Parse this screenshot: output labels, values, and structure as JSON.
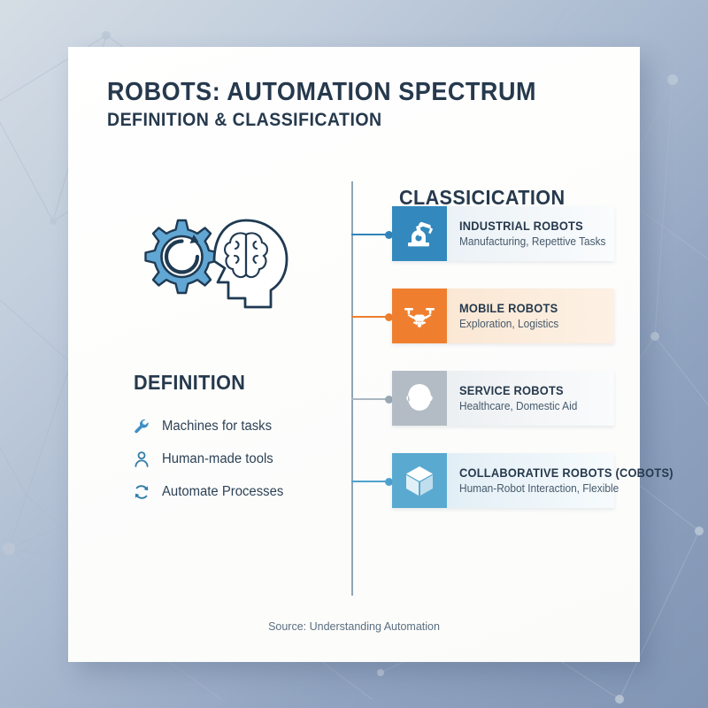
{
  "background": {
    "gradient_from": "#d5dde5",
    "gradient_to": "#8195b4",
    "network_line_color": "#aebacb",
    "node_color": "#b9c5d4"
  },
  "card": {
    "background": "#ffffff",
    "shadow_color": "rgba(40,60,90,0.22)"
  },
  "header": {
    "title": "ROBOTS: AUTOMATION SPECTRUM",
    "subtitle": "DEFINITION & CLASSIFICATION",
    "title_color": "#26394d"
  },
  "hero": {
    "icon_name": "gear-brain-head-icon",
    "gear_color": "#4f9ccd",
    "outline_color": "#1f3a52"
  },
  "definition": {
    "heading": "DEFINITION",
    "items": [
      {
        "icon": "wrench-icon",
        "label": "Machines for tasks",
        "color": "#3d8fc4"
      },
      {
        "icon": "person-icon",
        "label": "Human-made tools",
        "color": "#2f7ba8"
      },
      {
        "icon": "refresh-cycle-icon",
        "label": "Automate Processes",
        "color": "#2f7ba8"
      }
    ]
  },
  "classification": {
    "heading": "CLASSICICATION",
    "spine_color": "#8fa4b6",
    "rows": [
      {
        "title": "INDUSTRIAL ROBOTS",
        "desc": "Manufacturing, Repettive Tasks",
        "icon": "robot-arm-icon",
        "tile_color": "#3389bd",
        "band_from": "#e6eef4",
        "band_to": "#fafcfd",
        "connector_color": "#2f84bb",
        "dot_color": "#2f84bb"
      },
      {
        "title": "MOBILE ROBOTS",
        "desc": "Exploration, Logistics",
        "icon": "drone-icon",
        "tile_color": "#ef7f2f",
        "band_from": "#fae4cf",
        "band_to": "#fdf1e4",
        "connector_color": "#ef7f2f",
        "dot_color": "#ef7f2f"
      },
      {
        "title": "SERVICE ROBOTS",
        "desc": "Healthcare, Domestic Aid",
        "icon": "head-silhouette-icon",
        "tile_color": "#b3bcc4",
        "band_from": "#e8ecef",
        "band_to": "#fafbfc",
        "connector_color": "#aab7c2",
        "dot_color": "#9aa8b4"
      },
      {
        "title": "COLLABORATIVE ROBOTS (COBOTS)",
        "desc": "Human-Robot Interaction, Flexible",
        "icon": "cube-3d-icon",
        "tile_color": "#5aa9d0",
        "band_from": "#dbeaf3",
        "band_to": "#f7fbfd",
        "connector_color": "#4fa2cd",
        "dot_color": "#4fa2cd"
      }
    ]
  },
  "footer": {
    "source": "Source: Understanding Automation"
  }
}
